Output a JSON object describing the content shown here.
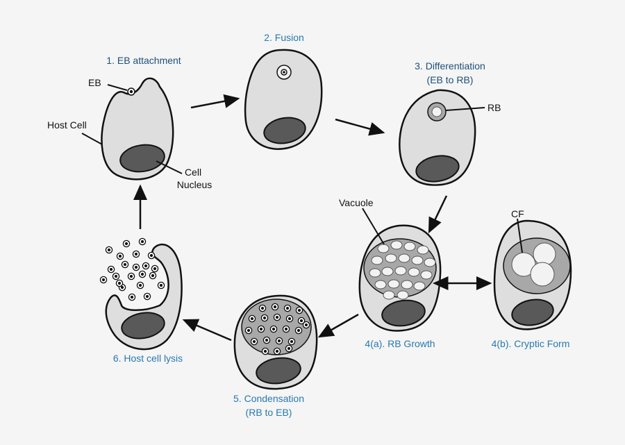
{
  "colors": {
    "background": "#f4f5f4",
    "cell_fill": "#dedede",
    "cell_stroke": "#111111",
    "nucleus_fill": "#595959",
    "vacuole_fill": "#a8a8a8",
    "body_fill": "#f2f2f2",
    "stage_label_1": "#1f4f7a",
    "stage_label_2": "#2a78b0",
    "part_label": "#111111"
  },
  "stages": {
    "s1": {
      "line1": "1. EB attachment"
    },
    "s2": {
      "line1": "2. Fusion"
    },
    "s3": {
      "line1": "3. Differentiation",
      "line2": "(EB to RB)"
    },
    "s4a": {
      "line1": "4(a). RB Growth"
    },
    "s4b": {
      "line1": "4(b). Cryptic Form"
    },
    "s5": {
      "line1": "5. Condensation",
      "line2": "(RB to EB)"
    },
    "s6": {
      "line1": "6. Host cell lysis"
    }
  },
  "parts": {
    "eb": "EB",
    "host_cell": "Host Cell",
    "nucleus_line1": "Cell",
    "nucleus_line2": "Nucleus",
    "rb": "RB",
    "vacuole": "Vacuole",
    "cf": "CF"
  }
}
